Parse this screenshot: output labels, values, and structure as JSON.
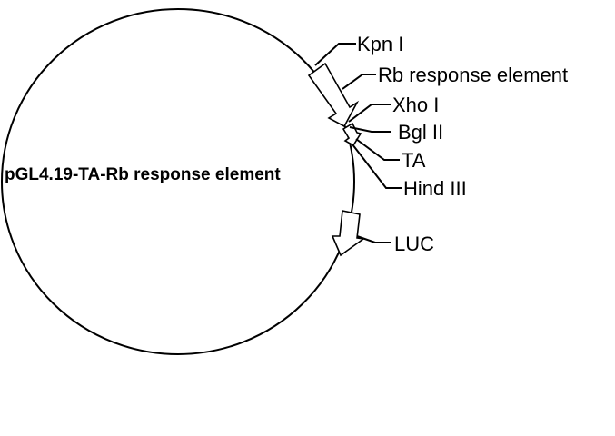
{
  "plasmid": {
    "name": "pGL4.19-TA-Rb response element"
  },
  "features": {
    "kpn_i": "Kpn I",
    "rb_response_element": "Rb response element",
    "xho_i": "Xho I",
    "bgl_ii": "Bgl II",
    "ta": "TA",
    "hind_iii": "Hind III",
    "luc": "LUC"
  }
}
